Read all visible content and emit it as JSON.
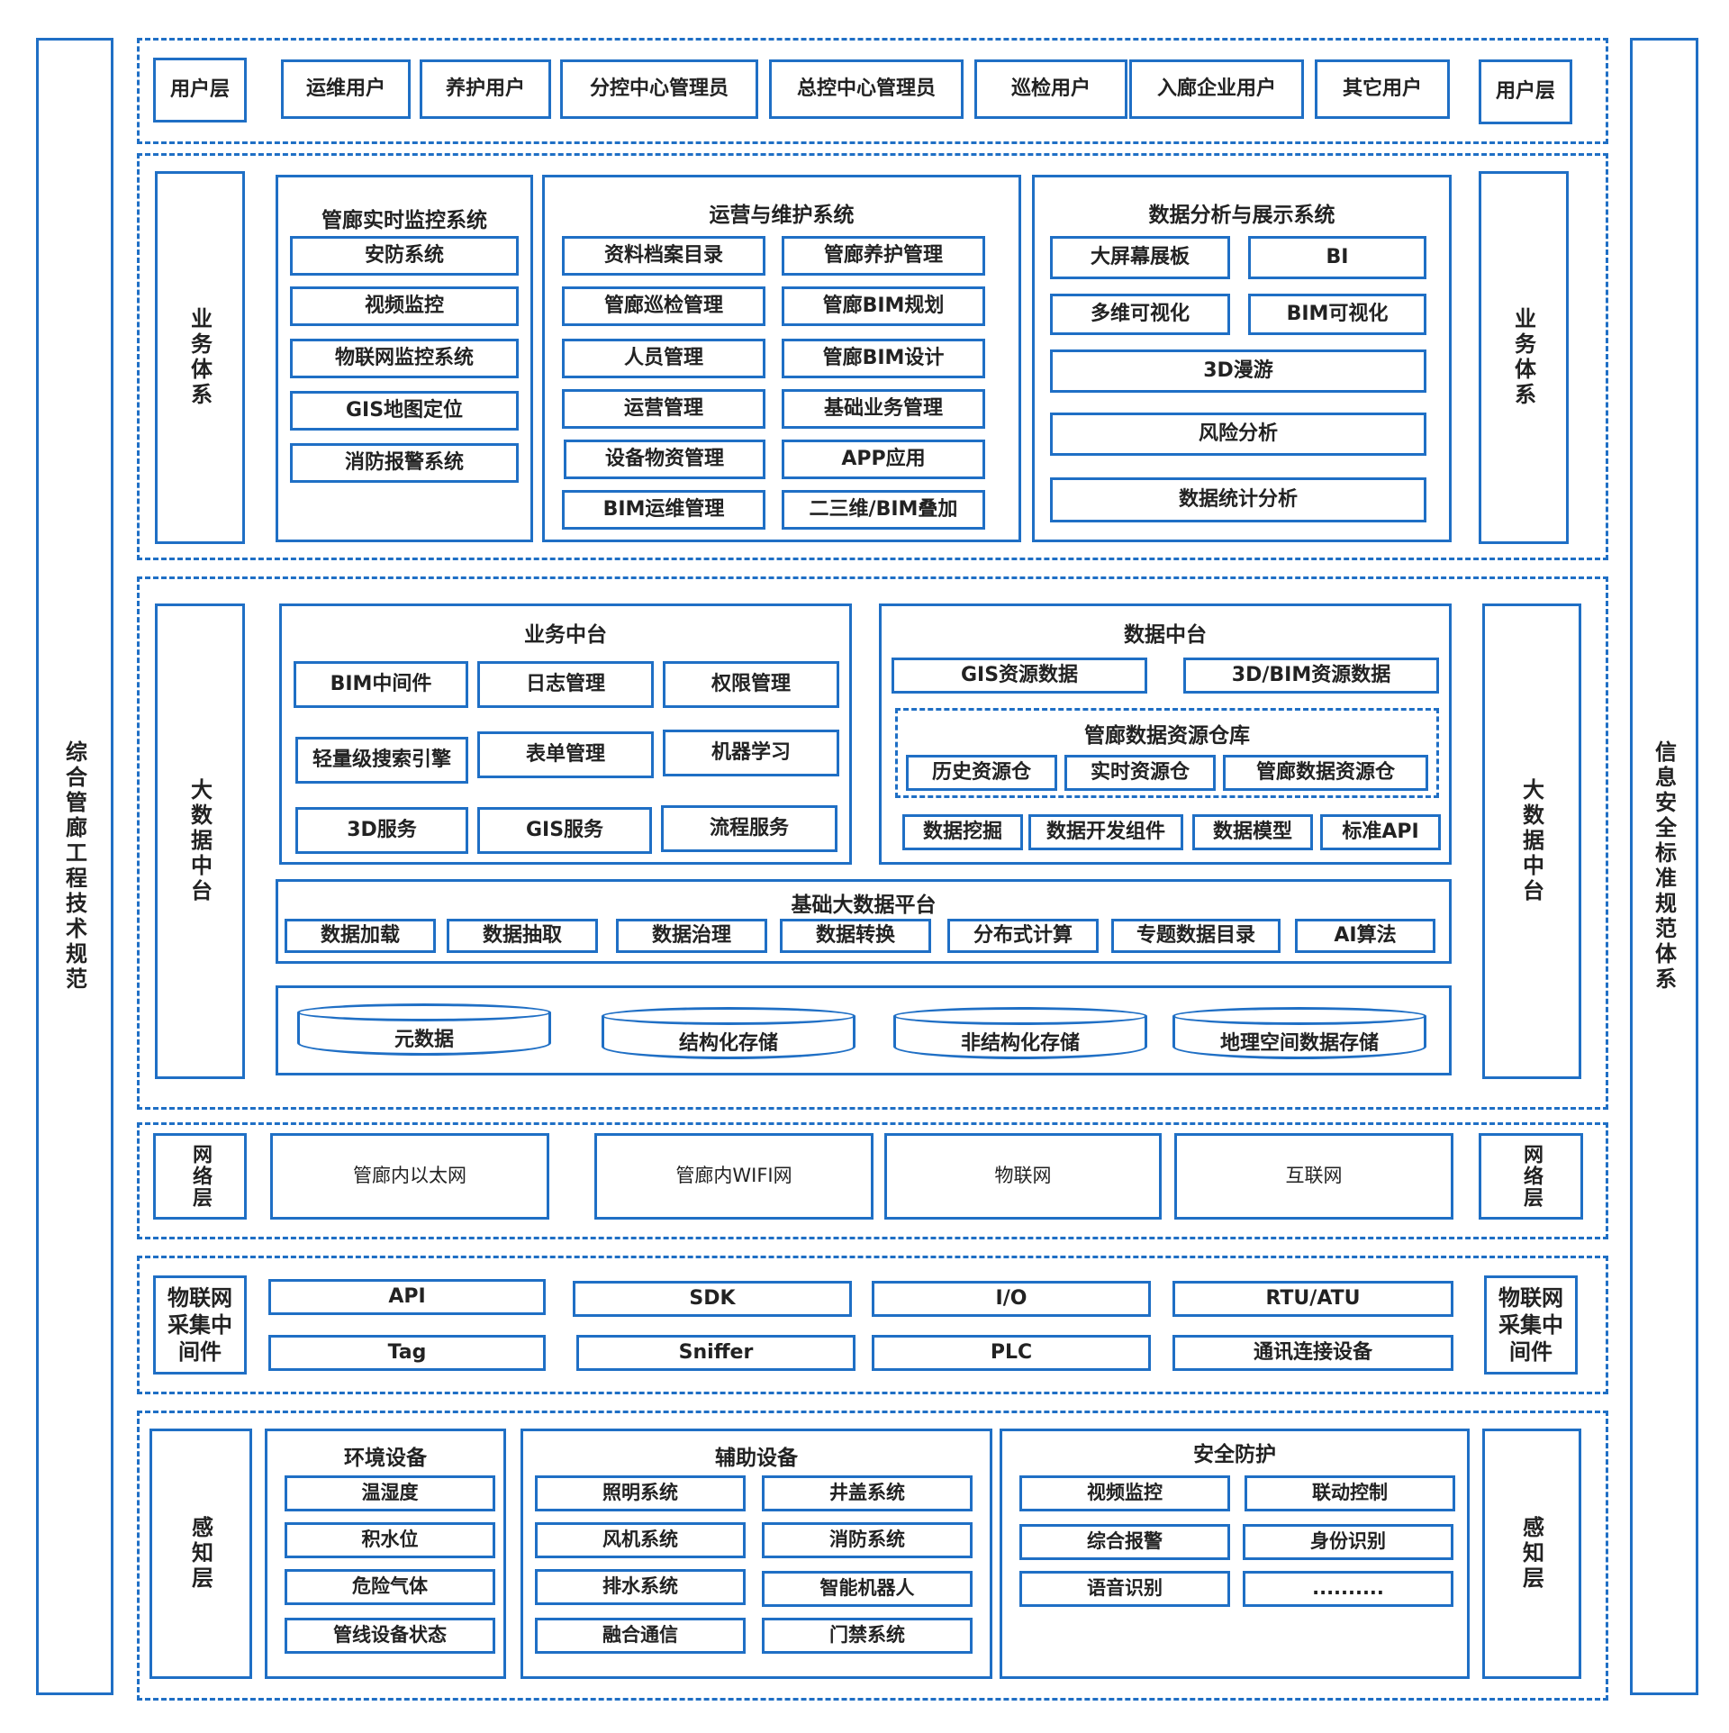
{
  "side_left": "综合管廊工程技术规范",
  "side_right": "信息安全标准规范体系",
  "user_layer": {
    "label_left": "用户层",
    "label_right": "用户层",
    "items": [
      "运维用户",
      "养护用户",
      "分控中心管理员",
      "总控中心管理员",
      "巡检用户",
      "入廊企业用户",
      "其它用户"
    ]
  },
  "business_layer": {
    "label_left": "业务体系",
    "label_right": "业务体系",
    "monitor": {
      "title": "管廊实时监控系统",
      "items": [
        "安防系统",
        "视频监控",
        "物联网监控系统",
        "GIS地图定位",
        "消防报警系统"
      ]
    },
    "ops": {
      "title": "运营与维护系统",
      "items": [
        "资料档案目录",
        "管廊养护管理",
        "管廊巡检管理",
        "管廊BIM规划",
        "人员管理",
        "管廊BIM设计",
        "运营管理",
        "基础业务管理",
        "设备物资管理",
        "APP应用",
        "BIM运维管理",
        "二三维/BIM叠加"
      ]
    },
    "analysis": {
      "title": "数据分析与展示系统",
      "items": [
        "大屏幕展板",
        "BI",
        "多维可视化",
        "BIM可视化",
        "3D漫游",
        "风险分析",
        "数据统计分析"
      ]
    }
  },
  "bigdata_layer": {
    "label_left": "大数据中台",
    "label_right": "大数据中台",
    "biz_mid": {
      "title": "业务中台",
      "items": [
        "BIM中间件",
        "日志管理",
        "权限管理",
        "轻量级搜索引擎",
        "表单管理",
        "机器学习",
        "3D服务",
        "GIS服务",
        "流程服务"
      ]
    },
    "data_mid": {
      "title": "数据中台",
      "top_items": [
        "GIS资源数据",
        "3D/BIM资源数据"
      ],
      "warehouse_title": "管廊数据资源仓库",
      "warehouse_items": [
        "历史资源仓",
        "实时资源仓",
        "管廊数据资源仓"
      ],
      "bottom_items": [
        "数据挖掘",
        "数据开发组件",
        "数据模型",
        "标准API"
      ]
    },
    "platform": {
      "title": "基础大数据平台",
      "items": [
        "数据加载",
        "数据抽取",
        "数据治理",
        "数据转换",
        "分布式计算",
        "专题数据目录",
        "AI算法"
      ]
    },
    "storage": [
      "元数据",
      "结构化存储",
      "非结构化存储",
      "地理空间数据存储"
    ]
  },
  "network_layer": {
    "label_left": "网络层",
    "label_right": "网络层",
    "items": [
      "管廊内以太网",
      "管廊内WIFI网",
      "物联网",
      "互联网"
    ]
  },
  "iot_layer": {
    "label_left": "物联网采集中间件",
    "label_right": "物联网采集中间件",
    "items": [
      "API",
      "SDK",
      "I/O",
      "RTU/ATU",
      "Tag",
      "Sniffer",
      "PLC",
      "通讯连接设备"
    ]
  },
  "sense_layer": {
    "label_left": "感知层",
    "label_right": "感知层",
    "env": {
      "title": "环境设备",
      "items": [
        "温湿度",
        "积水位",
        "危险气体",
        "管线设备状态"
      ]
    },
    "aux": {
      "title": "辅助设备",
      "items": [
        "照明系统",
        "井盖系统",
        "风机系统",
        "消防系统",
        "排水系统",
        "智能机器人",
        "融合通信",
        "门禁系统"
      ]
    },
    "security": {
      "title": "安全防护",
      "items": [
        "视频监控",
        "联动控制",
        "综合报警",
        "身份识别",
        "语音识别",
        ".........."
      ]
    }
  }
}
